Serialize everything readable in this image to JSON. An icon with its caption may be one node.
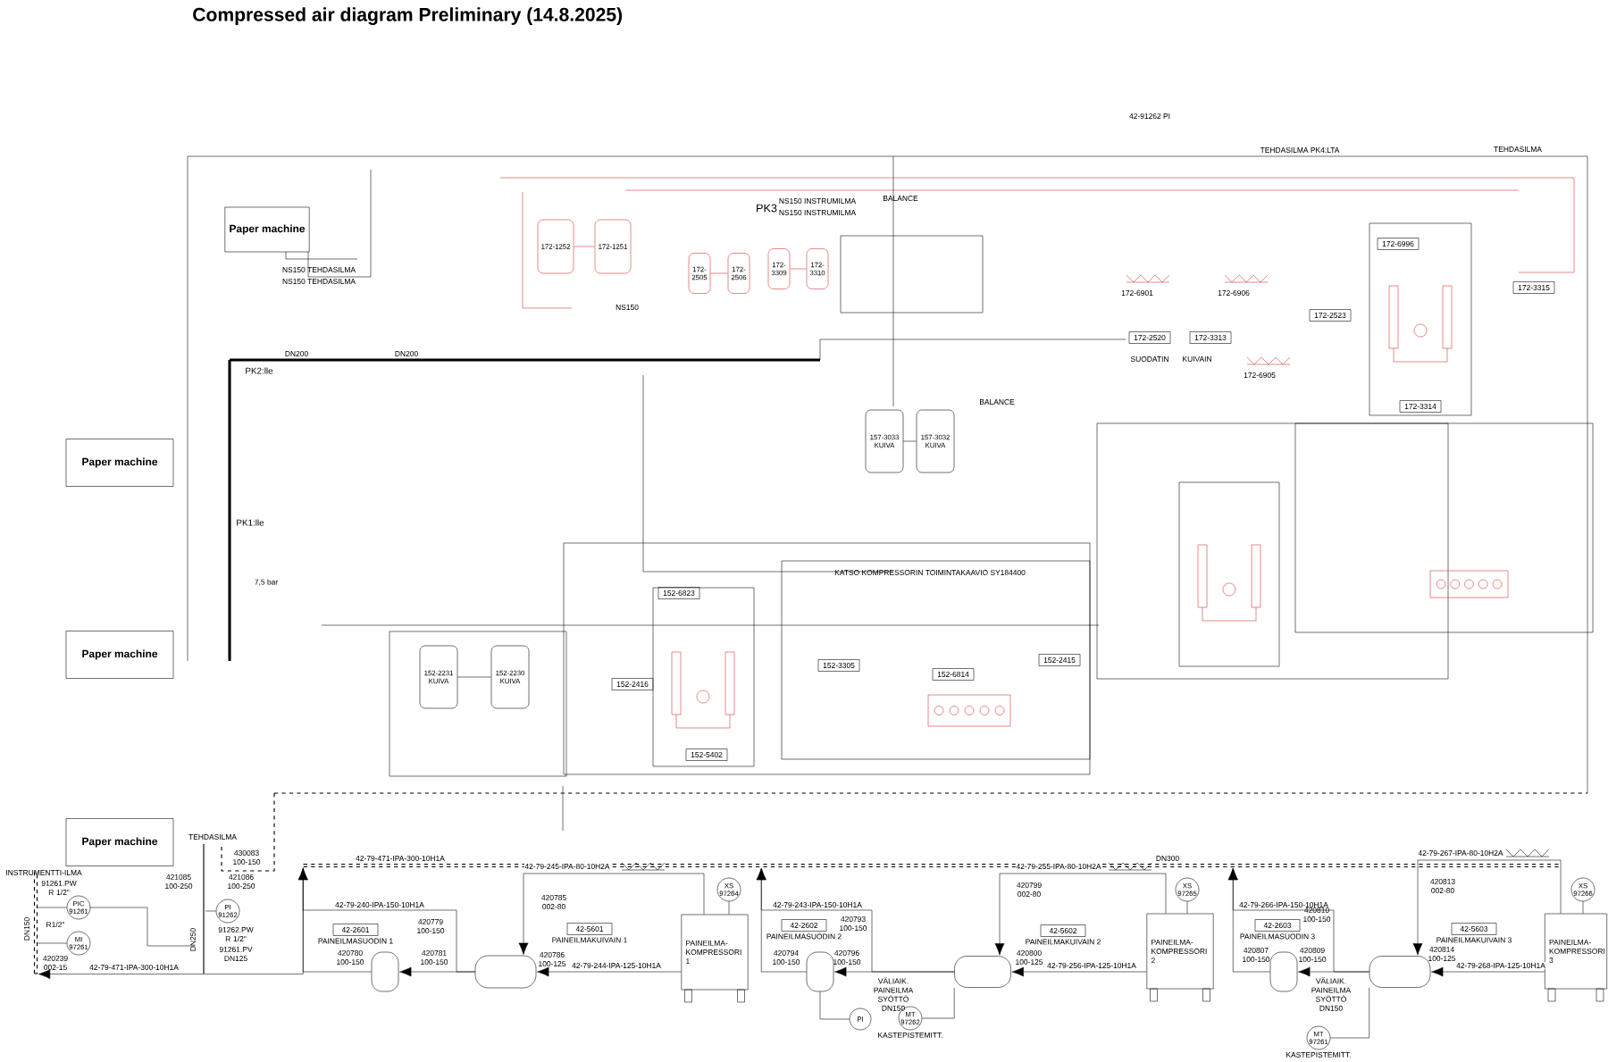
{
  "diagram": {
    "title": "Compressed air diagram Preliminary (14.8.2025)",
    "nodes": [
      {
        "text": [
          "Paper machine"
        ]
      },
      {
        "text": [
          "Paper machine"
        ]
      },
      {
        "text": [
          "Paper machine"
        ]
      },
      {
        "text": [
          "Paper machine"
        ]
      },
      {
        "text": [
          "PIC",
          "91261"
        ]
      },
      {
        "text": [
          "MI",
          "97261"
        ]
      },
      {
        "text": [
          "PI",
          "91262"
        ]
      },
      {
        "text": [
          "42-2601"
        ],
        "beside": [
          "PAINEILMASUODIN 1"
        ]
      },
      {
        "text": [],
        "shape": "cylinder"
      },
      {
        "text": [],
        "shape": "cylinder"
      },
      {
        "text": [
          "42-5601"
        ],
        "beside": [
          "PAINEILMAKUIVAIN 1"
        ]
      },
      {
        "text": [
          "XS",
          "97264"
        ]
      },
      {
        "text": [
          "PAINEILMA- KOMPRESSORI 1"
        ]
      },
      {
        "text": [
          "42-2602"
        ],
        "beside": [
          "PAINEILMASUODIN 2"
        ]
      },
      {
        "text": [],
        "shape": "cylinder"
      },
      {
        "text": [
          "PI"
        ]
      },
      {
        "text": [
          "MT",
          "97262"
        ],
        "beside": [
          "KASTEPISTEMITT."
        ]
      },
      {
        "text": [],
        "shape": "cylinder"
      },
      {
        "text": [
          "42-5602"
        ],
        "beside": [
          "PAINEILMAKUIVAIN 2"
        ]
      },
      {
        "text": [
          "XS",
          "97265"
        ]
      },
      {
        "text": [
          "PAINEILMA- KOMPRESSORI 2"
        ]
      },
      {
        "text": [
          "42-2603"
        ],
        "beside": [
          "PAINEILMASUODIN 3"
        ]
      },
      {
        "text": [],
        "shape": "cylinder"
      },
      {
        "text": [
          "MT",
          "97261"
        ],
        "beside": [
          "KASTEPISTEMITT."
        ]
      },
      {
        "text": [],
        "shape": "cylinder"
      },
      {
        "text": [
          "42-5603"
        ],
        "beside": [
          "PAINEILMAKUIVAIN 3"
        ]
      },
      {
        "text": [
          "XS",
          "97266"
        ]
      },
      {
        "text": [
          "PAINEILMA- KOMPRESSORI 3"
        ]
      },
      {
        "text": [
          "172-1252"
        ]
      },
      {
        "text": [
          "172-1251"
        ]
      },
      {
        "text": [
          "172- 2505"
        ]
      },
      {
        "text": [
          "172- 2506"
        ]
      },
      {
        "text": [
          "172- 3309"
        ]
      },
      {
        "text": [
          "172- 3310"
        ]
      },
      {
        "text": [
          "157-3033",
          "KUIVA"
        ]
      },
      {
        "text": [
          "157-3032",
          "KUIVA"
        ]
      },
      {
        "text": [
          "152-2231",
          "KUIVA"
        ]
      },
      {
        "text": [
          "152-2230",
          "KUIVA"
        ]
      },
      {
        "text": [
          "172-2520"
        ]
      },
      {
        "text": [
          "172-3313"
        ]
      },
      {
        "text": [
          "172-2523"
        ]
      },
      {
        "text": [
          "172-6996"
        ]
      },
      {
        "text": [
          "172-3315"
        ]
      },
      {
        "text": [
          "172-3314"
        ]
      },
      {
        "text": [
          "152-2415"
        ]
      },
      {
        "text": [
          "152-3305"
        ]
      },
      {
        "text": [
          "152-6814"
        ]
      },
      {
        "text": [
          "152-6823"
        ]
      },
      {
        "text": [
          "152-5402"
        ]
      },
      {
        "text": [
          "152-2416"
        ]
      },
      {
        "text": [],
        "shape": "bar",
        "beside": [
          "42-79-471-IPA-300-10H1A",
          "DN300"
        ]
      },
      {
        "text": [],
        "shape": "bar"
      }
    ],
    "edges": [
      {
        "from": 12,
        "to": 9,
        "arrow": "to",
        "label": "42-79-244-IPA-125-10H1A"
      },
      {
        "from": 9,
        "to": 8,
        "arrow": "to"
      },
      {
        "from": 20,
        "to": 17,
        "arrow": "to",
        "label": "42-79-256-IPA-125-10H1A"
      },
      {
        "from": 17,
        "to": 14,
        "arrow": "to"
      },
      {
        "from": 27,
        "to": 24,
        "arrow": "to",
        "label": "42-79-268-IPA-125-10H1A"
      },
      {
        "from": 24,
        "to": 22,
        "arrow": "to"
      },
      {
        "from": 11,
        "to": 12,
        "arrow": "none"
      },
      {
        "from": 19,
        "to": 20,
        "arrow": "none"
      },
      {
        "from": 26,
        "to": 27,
        "arrow": "none"
      },
      {
        "from": 15,
        "to": 14,
        "arrow": "none"
      },
      {
        "from": 16,
        "to": 17,
        "arrow": "none"
      },
      {
        "from": 23,
        "to": 24,
        "arrow": "none"
      },
      {
        "from": 28,
        "to": 29,
        "arrow": "none",
        "color": "#d0312d"
      },
      {
        "from": 30,
        "to": 31,
        "arrow": "none",
        "color": "#d0312d"
      },
      {
        "from": 32,
        "to": 33,
        "arrow": "none",
        "color": "#d0312d"
      },
      {
        "from": 34,
        "to": 35,
        "arrow": "none"
      },
      {
        "from": 36,
        "to": 37,
        "arrow": "none"
      },
      {
        "from": 4,
        "to": 51,
        "arrow": "none"
      },
      {
        "from": 5,
        "to": 51,
        "arrow": "none"
      },
      {
        "from": 6,
        "to": null,
        "arrow": "none"
      },
      {
        "from": 12,
        "to": 9,
        "arrow": "to",
        "label": "42-79-245-IPA-80-10H2A"
      },
      {
        "from": 20,
        "to": 17,
        "arrow": "to",
        "label": "42-79-255-IPA-80-10H2A"
      },
      {
        "from": 27,
        "to": 24,
        "arrow": "to",
        "label": "42-79-267-IPA-80-10H2A"
      },
      {
        "from": 8,
        "to": 50,
        "arrow": "to"
      },
      {
        "from": 14,
        "to": 50,
        "arrow": "to"
      },
      {
        "from": 22,
        "to": 50,
        "arrow": "to"
      },
      {
        "from": 9,
        "to": 50,
        "arrow": "to",
        "label": "42-79-240-IPA-150-10H1A"
      },
      {
        "from": 17,
        "to": 50,
        "arrow": "to",
        "label": "42-79-243-IPA-150-10H1A"
      },
      {
        "from": 24,
        "to": 50,
        "arrow": "to",
        "label": "42-79-266-IPA-150-10H1A"
      },
      {
        "from": 50,
        "to": 51,
        "arrow": "to",
        "label": "42-79-471-IPA-300-10H1A"
      }
    ],
    "labels": [
      "PK3",
      "PK2:lle",
      "PK1:lle",
      "TEHDASILMA PK4:LTA",
      "TEHDASILMA",
      "KATSO KOMPRESSORIN TOIMINTAKAAVIO SY184400",
      "TEHDASILMA",
      "INSTRUMENTTI-ILMA",
      "VÄLIAIK. PAINEILMA SYÖTTÖ DN150",
      "VÄLIAIK. PAINEILMA SYÖTTÖ DN150",
      "430083 100-150",
      "421085 100-250",
      "421086 100-250",
      "91261.PW R 1/2\"",
      "R1/2\"",
      "420239 002-15",
      "DN150",
      "DN250",
      "91262.PW R 1/2\"",
      "91261.PV DN125",
      "420780 100-150",
      "420781 100-150",
      "420779 100-150",
      "420785 002-80",
      "420786 100-125",
      "420794 100-150",
      "420796 100-150",
      "420793 100-150",
      "420799 002-80",
      "420800 100-125",
      "420807 100-150",
      "420809 100-150",
      "420810 100-150",
      "420813 002-80",
      "420814 100-125",
      "42-91262 PI",
      "NS150 TEHDASILMA",
      "NS150 TEHDASILMA",
      "DN200",
      "DN200",
      "NS150 INSTRUMILMA",
      "NS150 INSTRUMILMA",
      "NS150",
      "BALANCE",
      "BALANCE",
      "SUODATIN",
      "KUIVAIN",
      "7,5 bar",
      "172-6901",
      "172-6906",
      "172-6905"
    ]
  }
}
